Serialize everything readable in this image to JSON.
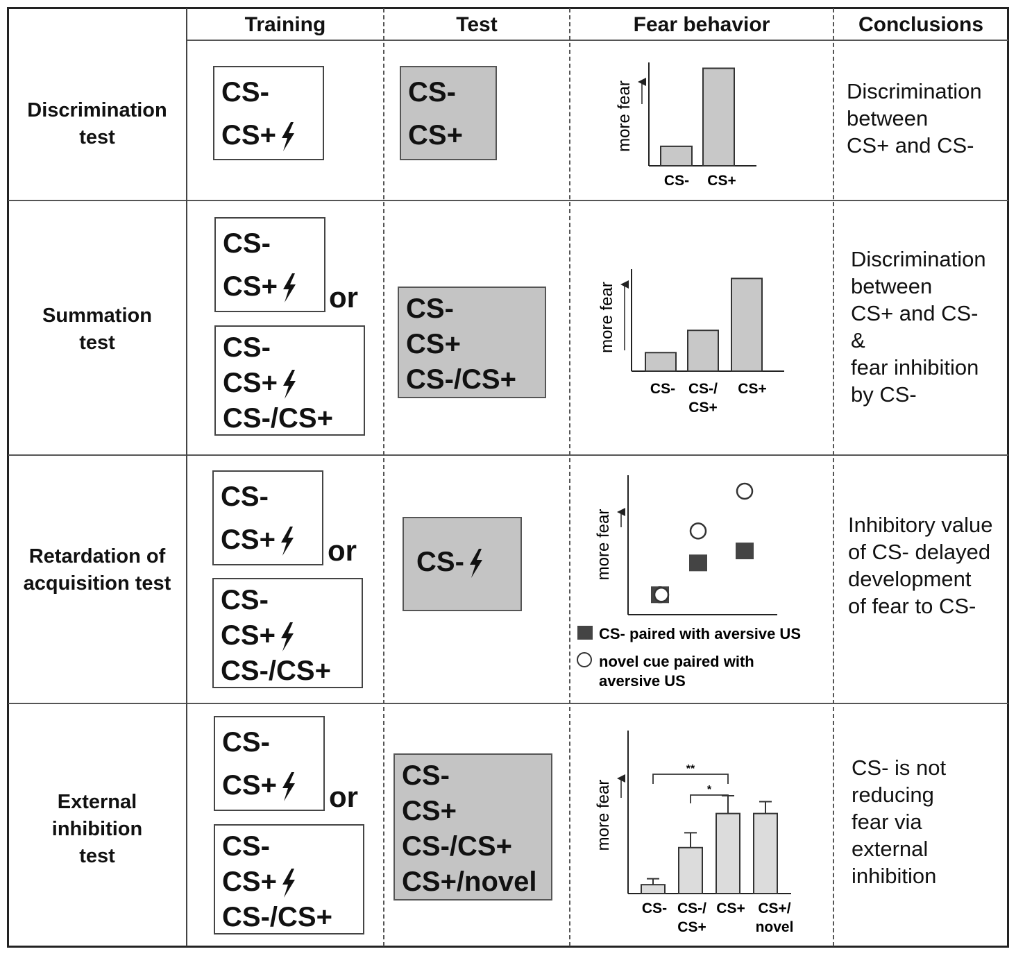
{
  "headers": {
    "training": "Training",
    "test": "Test",
    "fear": "Fear behavior",
    "conclusions": "Conclusions"
  },
  "rows": [
    {
      "label": [
        "Discrimination",
        "test"
      ],
      "training": [
        [
          "CS-",
          "CS+"
        ]
      ],
      "test": [
        "CS-",
        "CS+"
      ],
      "conclusion": [
        "Discrimination",
        "between",
        "CS+ and CS-"
      ]
    },
    {
      "label": [
        "Summation",
        "test"
      ],
      "training": [
        [
          "CS-",
          "CS+"
        ],
        [
          "CS-",
          "CS+",
          "CS-/CS+"
        ]
      ],
      "or": "or",
      "test": [
        "CS-",
        "CS+",
        "CS-/CS+"
      ],
      "conclusion": [
        "Discrimination",
        "between",
        "CS+ and CS-",
        "&",
        "fear inhibition",
        "by CS-"
      ]
    },
    {
      "label": [
        "Retardation of",
        "acquisition test"
      ],
      "training": [
        [
          "CS-",
          "CS+"
        ],
        [
          "CS-",
          "CS+",
          "CS-/CS+"
        ]
      ],
      "or": "or",
      "test": [
        "CS-"
      ],
      "conclusion": [
        "Inhibitory value",
        "of CS- delayed",
        "development",
        "of fear to CS-"
      ]
    },
    {
      "label": [
        "External",
        "inhibition",
        "test"
      ],
      "training": [
        [
          "CS-",
          "CS+"
        ],
        [
          "CS-",
          "CS+",
          "CS-/CS+"
        ]
      ],
      "or": "or",
      "test": [
        "CS-",
        "CS+",
        "CS-/CS+",
        "CS+/novel"
      ],
      "conclusion": [
        "CS- is not",
        "reducing",
        "fear via",
        "external",
        "inhibition"
      ]
    }
  ],
  "colors": {
    "bar": "#c8c8c8",
    "testbox": "#c4c4c4",
    "square": "#444444"
  },
  "icons": {
    "shock": "lightning-bolt-icon"
  },
  "chart_data": [
    {
      "type": "bar",
      "ylabel": "more fear",
      "categories": [
        "CS-",
        "CS+"
      ],
      "values": [
        1,
        5
      ],
      "ylim": [
        0,
        5.3
      ]
    },
    {
      "type": "bar",
      "ylabel": "more fear",
      "categories": [
        "CS-",
        "CS-/ CS+",
        "CS+"
      ],
      "values": [
        1,
        2.2,
        5
      ],
      "ylim": [
        0,
        5.5
      ]
    },
    {
      "type": "scatter",
      "ylabel": "more fear",
      "series": [
        {
          "name": "CS- paired with aversive US",
          "marker": "square",
          "x": [
            1,
            2,
            3
          ],
          "y": [
            0.2,
            1.0,
            1.3
          ]
        },
        {
          "name": "novel cue paired with aversive US",
          "marker": "circle",
          "x": [
            1,
            2,
            3
          ],
          "y": [
            0.2,
            1.8,
            2.8
          ]
        }
      ],
      "ylim": [
        -0.3,
        3.2
      ],
      "legend": "bottom"
    },
    {
      "type": "bar",
      "ylabel": "more fear",
      "categories": [
        "CS-",
        "CS-/ CS+",
        "CS+",
        "CS+/ novel"
      ],
      "values": [
        0.3,
        1.55,
        2.7,
        2.7
      ],
      "errors": [
        0.2,
        0.5,
        0.6,
        0.4
      ],
      "ylim": [
        0,
        5.5
      ],
      "annotations": [
        {
          "from": "CS-",
          "to": "CS+",
          "label": "**"
        },
        {
          "from": "CS-/ CS+",
          "to": "CS+",
          "label": "*"
        }
      ]
    }
  ]
}
